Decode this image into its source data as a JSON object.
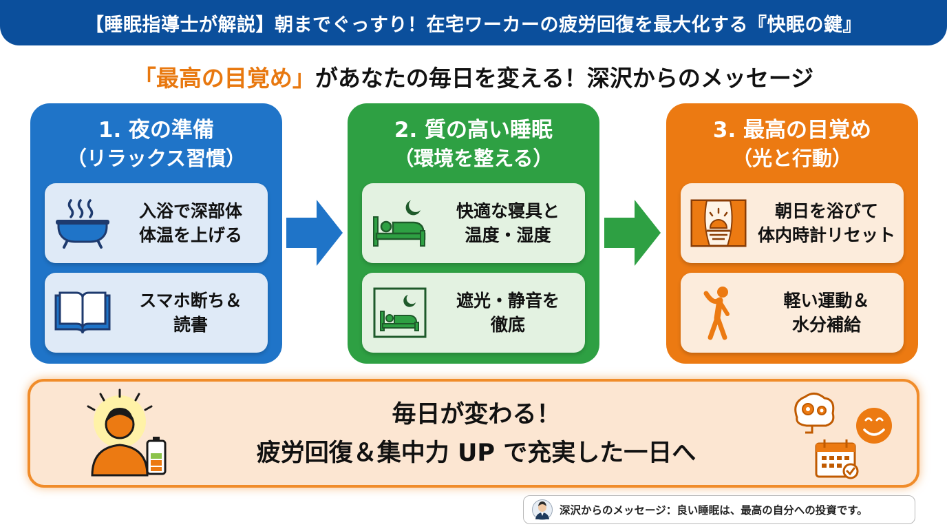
{
  "header": {
    "title": "【睡眠指導士が解説】朝までぐっすり！在宅ワーカーの疲労回復を最大化する『快眠の鍵』"
  },
  "subtitle": {
    "highlight": "「最高の目覚め」",
    "rest": "があなたの毎日を変える！深沢からのメッセージ"
  },
  "steps": [
    {
      "heading": "1. 夜の準備",
      "subheading": "（リラックス習慣）",
      "color": "#1f74c8",
      "items": [
        {
          "icon": "bathtub-icon",
          "lines": [
            "入浴で深部体",
            "体温を上げる"
          ]
        },
        {
          "icon": "book-icon",
          "lines": [
            "スマホ断ち＆",
            "読書"
          ]
        }
      ]
    },
    {
      "heading": "2. 質の高い睡眠",
      "subheading": "（環境を整える）",
      "color": "#2ea043",
      "items": [
        {
          "icon": "bed-moon-icon",
          "lines": [
            "快適な寝具と",
            "温度・湿度"
          ]
        },
        {
          "icon": "dark-room-bed-icon",
          "lines": [
            "遮光・静音を",
            "徹底"
          ]
        }
      ]
    },
    {
      "heading": "3. 最高の目覚め",
      "subheading": "（光と行動）",
      "color": "#ec7a12",
      "items": [
        {
          "icon": "sunrise-window-icon",
          "lines": [
            "朝日を浴びて",
            "体内時計リセット"
          ]
        },
        {
          "icon": "stretching-person-icon",
          "lines": [
            "軽い運動＆",
            "水分補給"
          ]
        }
      ]
    }
  ],
  "result": {
    "line1": "毎日が変わる！",
    "line2": "疲労回復＆集中力 UP で充実した一日へ"
  },
  "footer": {
    "message": "深沢からのメッセージ：良い睡眠は、最高の自分への投資です。"
  }
}
